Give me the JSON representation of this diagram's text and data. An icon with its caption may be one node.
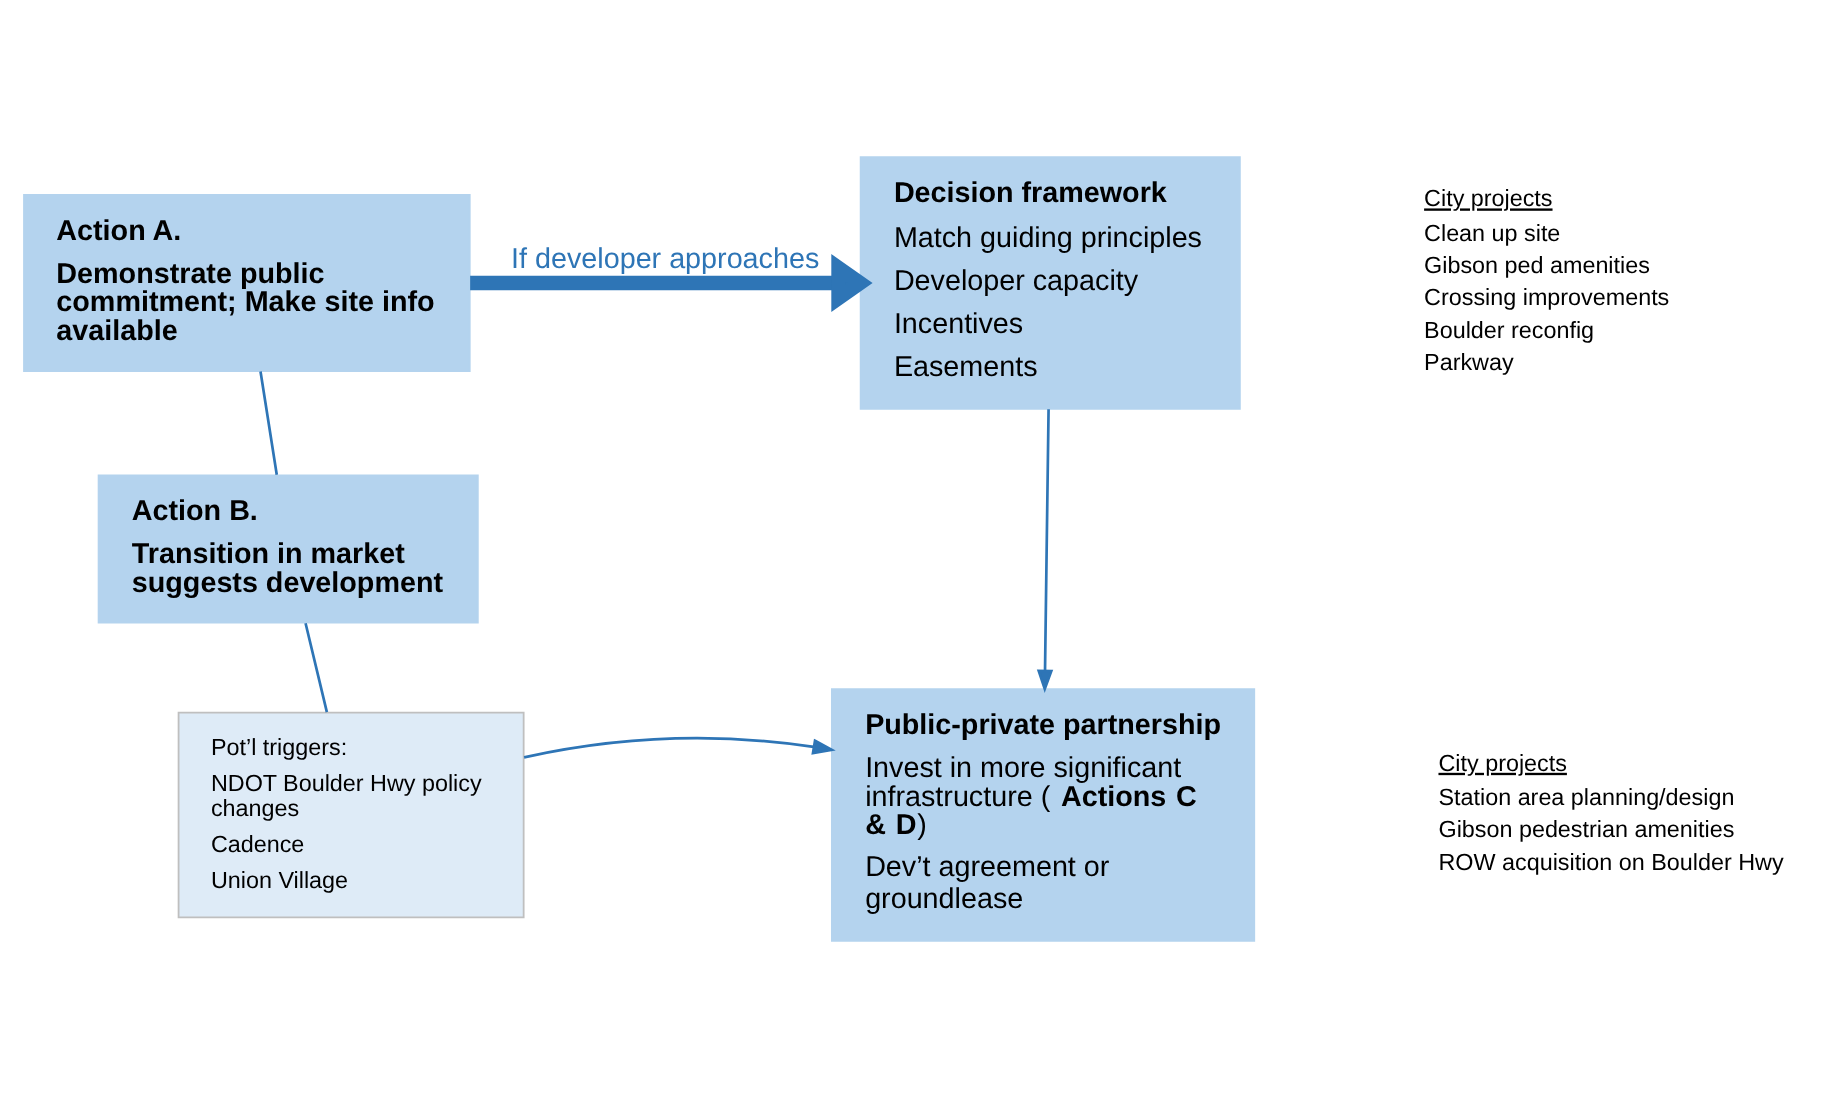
{
  "diagram": {
    "nodes": [
      {
        "text": [
          "Action A.",
          "Demonstrate public commitment; Make site info available"
        ]
      },
      {
        "text": [
          "Action B.",
          "Transition in market suggests development"
        ]
      },
      {
        "text": [
          "Decision framework",
          "Match guiding principles",
          "Developer capacity",
          "Incentives",
          "Easements"
        ]
      },
      {
        "text": [
          "Pot’l triggers:",
          "NDOT Boulder Hwy policy changes",
          "Cadence",
          "Union Village"
        ]
      },
      {
        "text": [
          "Public-private partnership",
          "Invest in more significant infrastructure (**Actions C & D**)",
          "Dev’t agreement or groundlease"
        ]
      }
    ],
    "edges": [
      {
        "from": 0,
        "to": 1,
        "arrow": "none"
      },
      {
        "from": 0,
        "to": 2,
        "arrow": "to",
        "label": "If developer approaches",
        "style": "thick"
      },
      {
        "from": 2,
        "to": 4,
        "arrow": "to"
      },
      {
        "from": 1,
        "to": 3,
        "arrow": "none"
      },
      {
        "from": 3,
        "to": 4,
        "arrow": "to"
      }
    ],
    "labels": [
      "City projects",
      "Clean up site",
      "Gibson ped amenities",
      "Crossing improvements",
      "Boulder reconfig",
      "Parkway",
      "City projects",
      "Station area planning/design",
      "Gibson pedestrian amenities",
      "ROW acquisition on Boulder Hwy"
    ]
  }
}
